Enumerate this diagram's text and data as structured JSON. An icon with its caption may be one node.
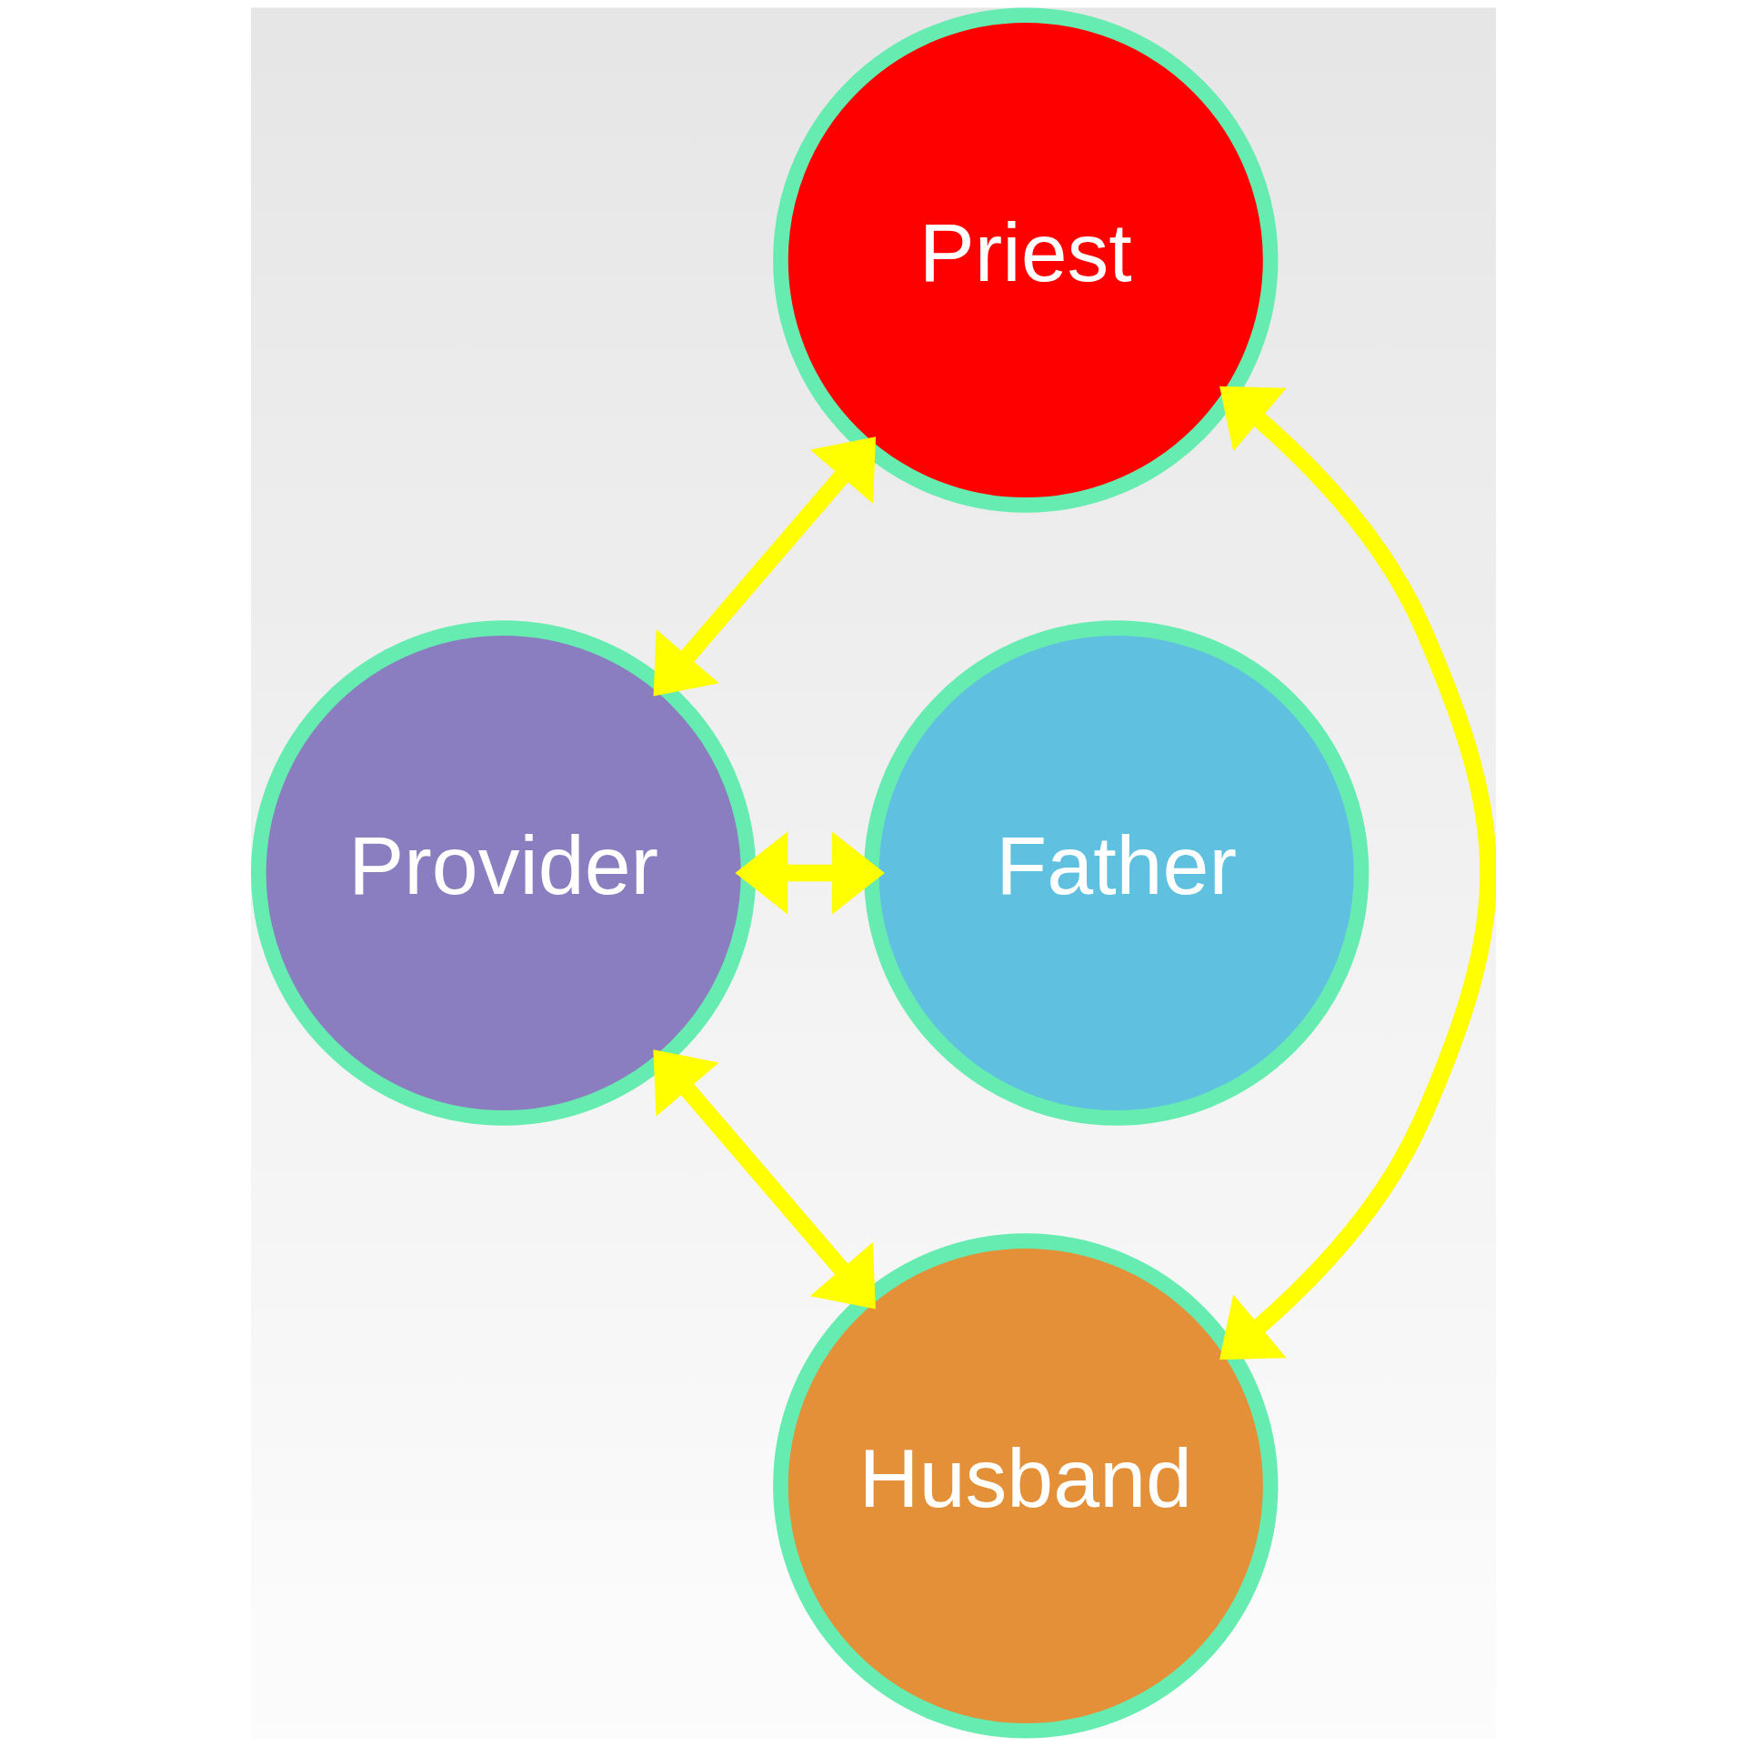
{
  "diagram": {
    "nodes": [
      {
        "text": [
          "Priest"
        ]
      },
      {
        "text": [
          "Provider"
        ]
      },
      {
        "text": [
          "Father"
        ]
      },
      {
        "text": [
          "Husband"
        ]
      }
    ],
    "edges": [
      {
        "from": 0,
        "to": 3,
        "arrow": "both"
      },
      {
        "from": 1,
        "to": 2,
        "arrow": "both"
      },
      {
        "from": 0,
        "to": 1,
        "arrow": "both"
      },
      {
        "from": 1,
        "to": 3,
        "arrow": "both"
      }
    ]
  }
}
